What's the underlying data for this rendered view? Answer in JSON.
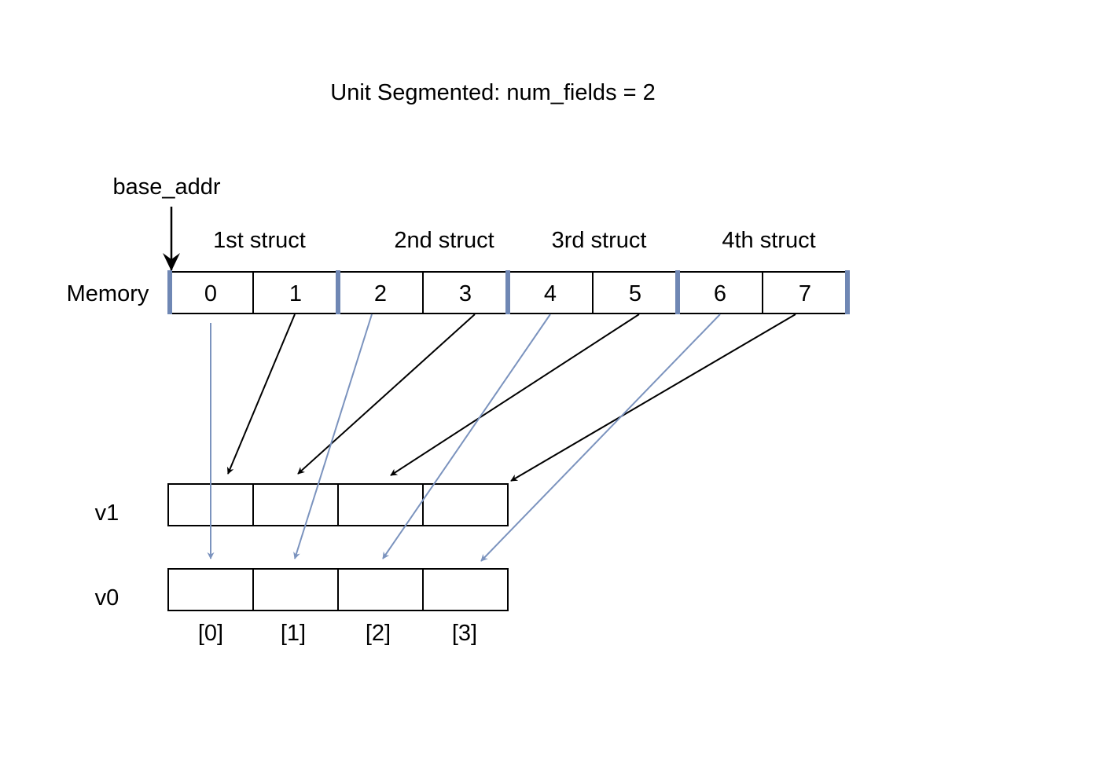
{
  "title": "Unit Segmented: num_fields = 2",
  "base_label": "base_addr",
  "memory": {
    "label": "Memory",
    "cells": [
      "0",
      "1",
      "2",
      "3",
      "4",
      "5",
      "6",
      "7"
    ]
  },
  "structs": [
    "1st struct",
    "2nd struct",
    "3rd struct",
    "4th struct"
  ],
  "registers": [
    {
      "label": "v1",
      "cells": 4
    },
    {
      "label": "v0",
      "cells": 4
    }
  ],
  "indices": [
    "[0]",
    "[1]",
    "[2]",
    "[3]"
  ],
  "colors": {
    "field0_arrow": "#7B93BE",
    "field1_arrow": "#000000",
    "struct_boundary": "#6F87B4",
    "outline": "#000000"
  }
}
